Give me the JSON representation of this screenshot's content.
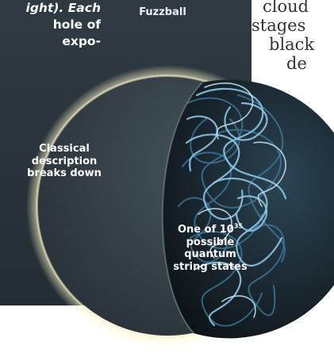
{
  "side_text": {
    "lines": [
      "cloud",
      "stages",
      "black",
      "de"
    ]
  },
  "top_text": {
    "lines": [
      "ight). Each",
      "hole of",
      "expo-"
    ]
  },
  "title": "Fuzzball",
  "labels": {
    "classical": [
      "Classical",
      "description",
      "breaks down"
    ],
    "states_prefix": "One of 10",
    "states_exponent": "35",
    "states_rest": [
      "possible",
      "quantum",
      "string states"
    ]
  },
  "colors": {
    "panel": "#2a353c",
    "sphere_dark": "#1e2a33",
    "string_light": "#b8dcef",
    "string_mid": "#5fa8cf",
    "glow": "#fff6c8"
  }
}
